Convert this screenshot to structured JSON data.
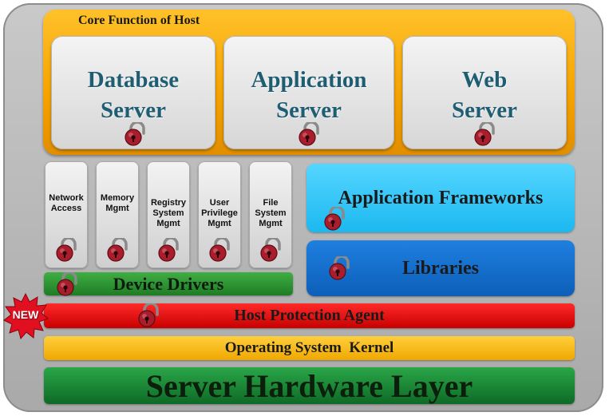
{
  "core": {
    "title": "Core Function of Host"
  },
  "servers": [
    {
      "label": "Database\nServer"
    },
    {
      "label": "Application\nServer"
    },
    {
      "label": "Web\nServer"
    }
  ],
  "components": [
    {
      "label": "Network\nAccess"
    },
    {
      "label": "Memory\nMgmt"
    },
    {
      "label": "Registry\nSystem\nMgmt"
    },
    {
      "label": "User\nPrivilege\nMgmt"
    },
    {
      "label": "File\nSystem\nMgmt"
    }
  ],
  "layers": {
    "app_frameworks": "Application Frameworks",
    "libraries": "Libraries",
    "device_drivers": "Device Drivers",
    "host_protection_agent": "Host Protection Agent",
    "os_kernel": "Operating System  Kernel",
    "server_hardware": "Server Hardware Layer"
  },
  "badge": {
    "text": "NEW"
  },
  "icons": {
    "lock": "padlock-icon"
  },
  "colors": {
    "core": "#f5a200",
    "app_frameworks": "#1bb8f0",
    "libraries": "#0c5fb8",
    "device_drivers": "#2a9a32",
    "host_protection_agent": "#e00000",
    "os_kernel": "#f5b300",
    "server_hardware": "#147a30",
    "lock": "#a81e2d",
    "badge": "#e01020"
  }
}
